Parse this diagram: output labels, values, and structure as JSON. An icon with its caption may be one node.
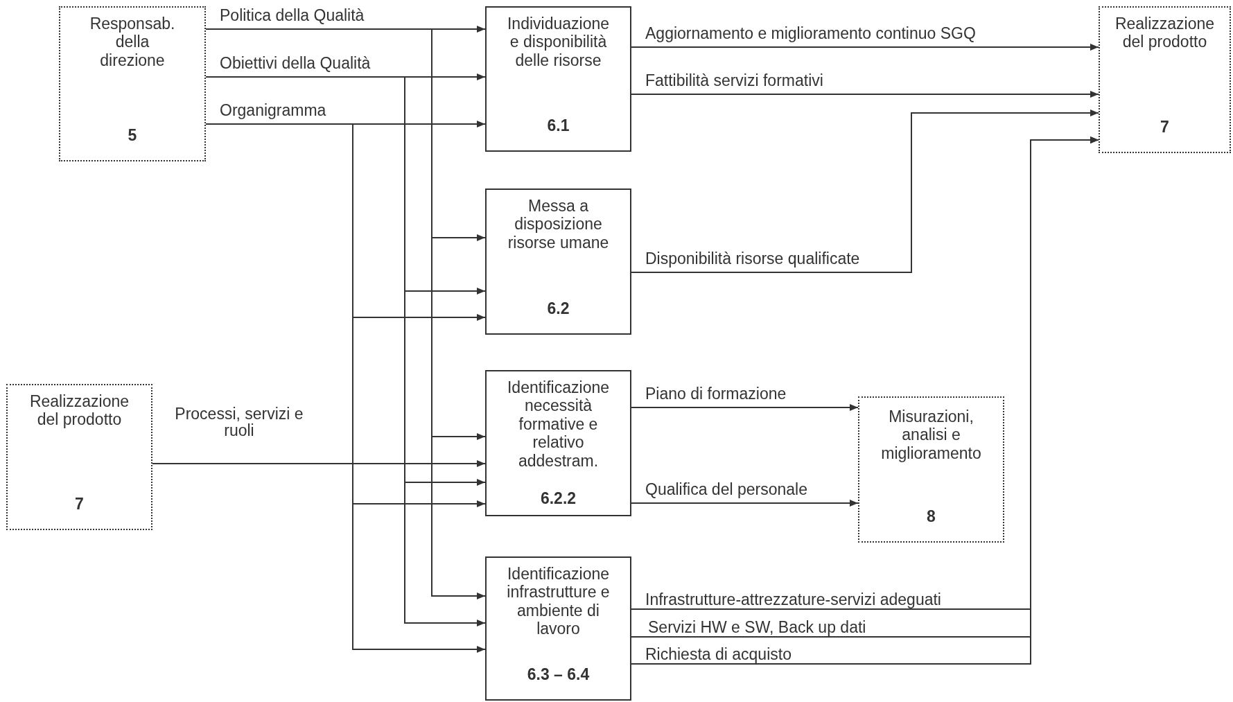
{
  "diagram": {
    "nodes": [
      {
        "text": [
          "Responsab. della direzione",
          "5"
        ]
      },
      {
        "text": [
          "Individuazione e disponibilità delle risorse",
          "6.1"
        ]
      },
      {
        "text": [
          "Realizzazione del prodotto",
          "7"
        ]
      },
      {
        "text": [
          "Messa a disposizione risorse umane",
          "6.2"
        ]
      },
      {
        "text": [
          "Realizzazione del prodotto",
          "7"
        ]
      },
      {
        "text": [
          "Identificazione necessità formative e relativo addestram.",
          "6.2.2"
        ]
      },
      {
        "text": [
          "Misurazioni, analisi e miglioramento",
          "8"
        ]
      },
      {
        "text": [
          "Identificazione infrastrutture e ambiente di lavoro",
          "6.3 – 6.4"
        ]
      }
    ],
    "edges": [
      {
        "from": 0,
        "to": 1,
        "arrow": "to",
        "label": "Politica della Qualità"
      },
      {
        "from": 0,
        "to": 1,
        "arrow": "to",
        "label": "Obiettivi della Qualità"
      },
      {
        "from": 0,
        "to": 1,
        "arrow": "to",
        "label": "Organigramma"
      },
      {
        "from": 0,
        "to": 3,
        "arrow": "to"
      },
      {
        "from": 0,
        "to": 3,
        "arrow": "to"
      },
      {
        "from": 0,
        "to": 3,
        "arrow": "to"
      },
      {
        "from": 0,
        "to": 5,
        "arrow": "to"
      },
      {
        "from": 0,
        "to": 5,
        "arrow": "to"
      },
      {
        "from": 0,
        "to": 5,
        "arrow": "to"
      },
      {
        "from": 0,
        "to": 7,
        "arrow": "to"
      },
      {
        "from": 0,
        "to": 7,
        "arrow": "to"
      },
      {
        "from": 0,
        "to": 7,
        "arrow": "to"
      },
      {
        "from": 4,
        "to": 5,
        "arrow": "to",
        "label": "Processi, servizi e ruoli"
      },
      {
        "from": 1,
        "to": 2,
        "arrow": "to",
        "label": "Aggiornamento e miglioramento continuo SGQ"
      },
      {
        "from": 1,
        "to": 2,
        "arrow": "to",
        "label": "Fattibilità servizi formativi"
      },
      {
        "from": 3,
        "to": 2,
        "arrow": "to",
        "label": "Disponibilità risorse qualificate"
      },
      {
        "from": 5,
        "to": 6,
        "arrow": "to",
        "label": "Piano di formazione"
      },
      {
        "from": 5,
        "to": 6,
        "arrow": "to",
        "label": "Qualifica del personale"
      },
      {
        "from": 7,
        "to": 2,
        "arrow": "to",
        "label": "Infrastrutture-attrezzature-servizi adeguati"
      },
      {
        "from": 7,
        "to": 2,
        "arrow": "to",
        "label": "Servizi HW e SW, Back up dati"
      },
      {
        "from": 7,
        "to": 2,
        "arrow": "to",
        "label": "Richiesta di acquisto"
      }
    ]
  }
}
